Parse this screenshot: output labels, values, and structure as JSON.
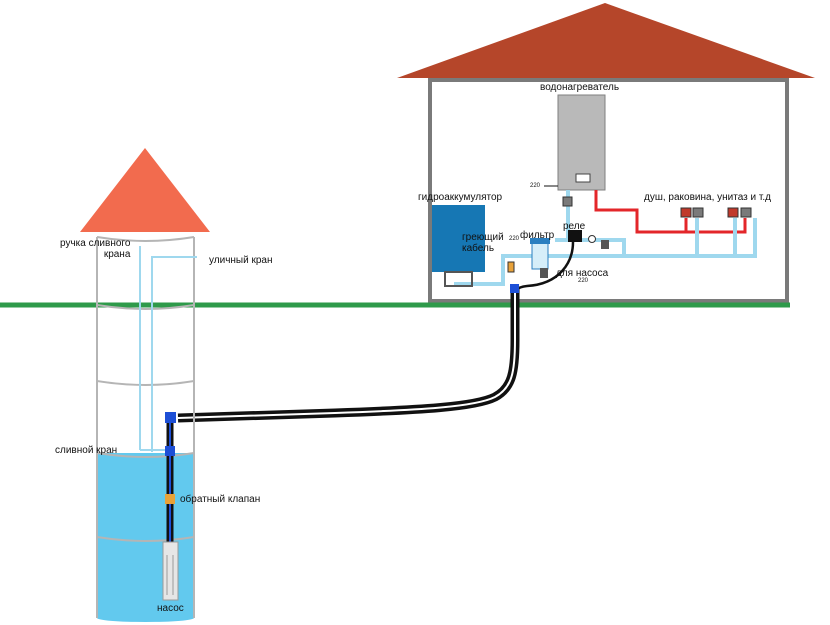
{
  "labels": {
    "water_heater": "водонагреватель",
    "accumulator": "гидроаккумулятор",
    "heating_cable": "греющий\nкабель",
    "filter": "фильтр",
    "relay": "реле",
    "for_pump": "для насоса",
    "consumers": "душ, раковина, унитаз и т.д",
    "drain_handle": "ручка сливного\nкрана",
    "street_tap": "уличный кран",
    "drain_tap": "сливной кран",
    "check_valve": "обратный клапан",
    "pump": "насос",
    "v220_heater": "220",
    "v220_cable": "220",
    "v220_relay": "220"
  },
  "colors": {
    "roof_house": "#b5462a",
    "roof_well": "#f26b4e",
    "ground": "#2e9a4a",
    "water": "#62c9ee",
    "pipe_cold": "#9fd8ee",
    "pipe_hot": "#e3262a",
    "accumulator": "#1677b4",
    "heater_body": "#b9b9b9",
    "house_wall": "#7a7a7a",
    "cable": "#111111",
    "fitting": "#1d4fd6"
  }
}
